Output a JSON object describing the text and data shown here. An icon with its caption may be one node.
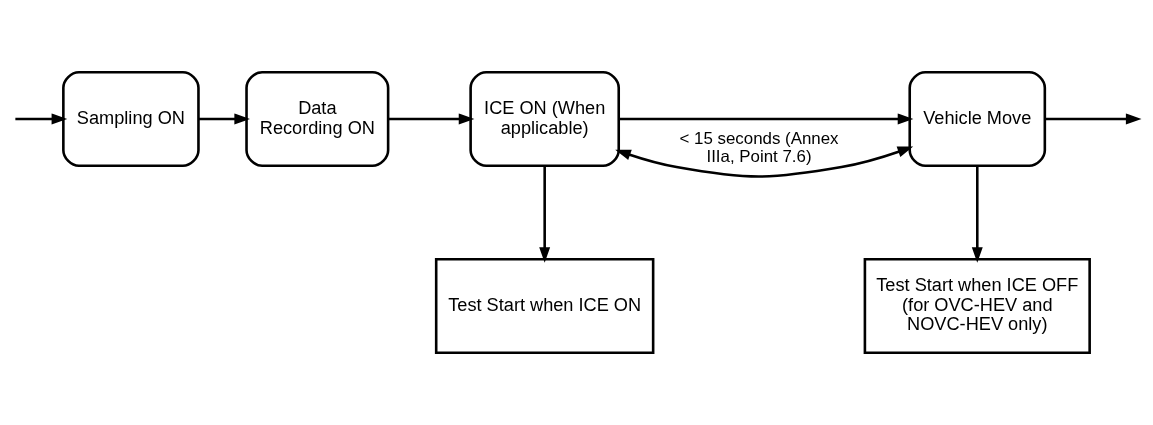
{
  "diagram": {
    "nodes": [
      {
        "text": [
          "Sampling ON"
        ]
      },
      {
        "text": [
          "Data Recording ON"
        ]
      },
      {
        "text": [
          "ICE ON (When applicable)"
        ]
      },
      {
        "text": [
          "Vehicle Move"
        ]
      },
      {
        "text": [
          "Test Start when ICE ON"
        ]
      },
      {
        "text": [
          "Test Start when ICE OFF (for OVC-HEV and NOVC-HEV only)"
        ]
      }
    ],
    "edges": [
      {
        "from": null,
        "to": 0,
        "arrow": "to"
      },
      {
        "from": 0,
        "to": 1,
        "arrow": "to"
      },
      {
        "from": 1,
        "to": 2,
        "arrow": "to"
      },
      {
        "from": 2,
        "to": 3,
        "arrow": "to"
      },
      {
        "from": 3,
        "to": null,
        "arrow": "to"
      },
      {
        "from": 2,
        "to": 3,
        "arrow": "both",
        "label": "< 15 seconds (Annex IIIa, Point 7.6)"
      },
      {
        "from": 2,
        "to": 4,
        "arrow": "to"
      },
      {
        "from": 3,
        "to": 5,
        "arrow": "to"
      }
    ]
  }
}
